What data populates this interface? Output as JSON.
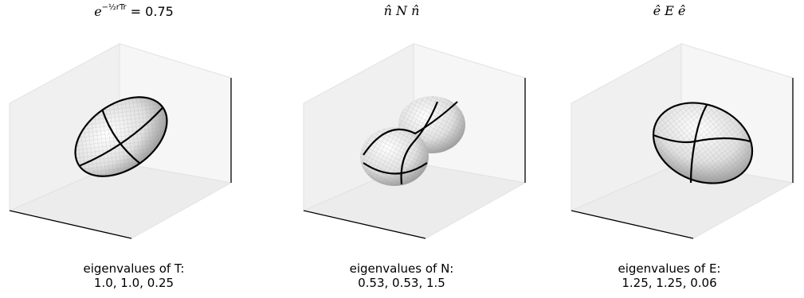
{
  "panels": [
    {
      "title": {
        "base": "e",
        "exponent": "−½rTr",
        "rest": " = 0.75"
      },
      "caption_line1": "eigenvalues of T:",
      "caption_line2": "1.0, 1.0, 0.25",
      "eigenvalues": [
        1.0,
        1.0,
        0.25
      ],
      "shape": "ellipsoid"
    },
    {
      "title": {
        "text": "n̂ N n̂"
      },
      "caption_line1": "eigenvalues of N:",
      "caption_line2": "0.53, 0.53, 1.5",
      "eigenvalues": [
        0.53,
        0.53,
        1.5
      ],
      "shape": "peanut"
    },
    {
      "title": {
        "text": "ê E ê"
      },
      "caption_line1": "eigenvalues of E:",
      "caption_line2": "1.25, 1.25, 0.06",
      "eigenvalues": [
        1.25,
        1.25,
        0.06
      ],
      "shape": "oblate"
    }
  ],
  "colors": {
    "pane_left": "#f0f0f0",
    "pane_back": "#f4f4f4",
    "pane_floor": "#eaeaea",
    "surface": "#e6e6e6",
    "edge": "#000000"
  }
}
